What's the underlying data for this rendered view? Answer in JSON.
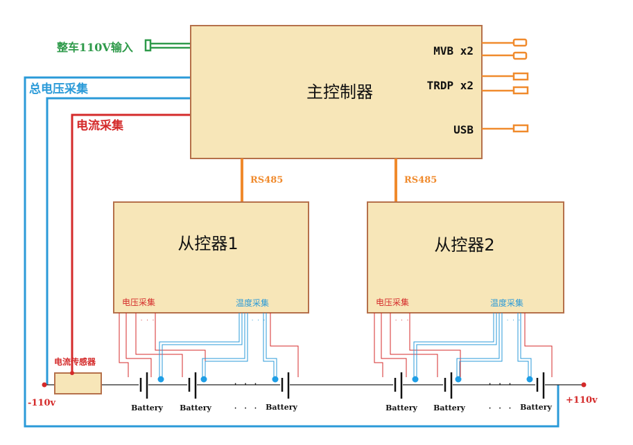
{
  "main_controller": {
    "title": "主控制器",
    "ports": [
      "MVB x2",
      "TRDP x2",
      "USB"
    ]
  },
  "inputs": {
    "power_in": "整车110V输入",
    "total_voltage": "总电压采集",
    "current": "电流采集"
  },
  "links": [
    "RS485",
    "RS485"
  ],
  "slaves": [
    {
      "title": "从控器1",
      "voltage_label": "电压采集",
      "temp_label": "温度采集"
    },
    {
      "title": "从控器2",
      "voltage_label": "电压采集",
      "temp_label": "温度采集"
    }
  ],
  "sensor": {
    "title": "电流传感器"
  },
  "battery_label": "Battery",
  "ellipsis": "· · ·",
  "ellipsis_small": "· · ·",
  "terminals": {
    "negative": "-110v",
    "positive": "+110v"
  },
  "colors": {
    "box_fill": "#f7e6b8",
    "box_border": "#b5704a",
    "orange": "#f08a2c",
    "blue": "#2a9ad8",
    "red": "#d42a2a",
    "green": "#2e9a4a",
    "cell_blue": "#1e9ee6"
  }
}
